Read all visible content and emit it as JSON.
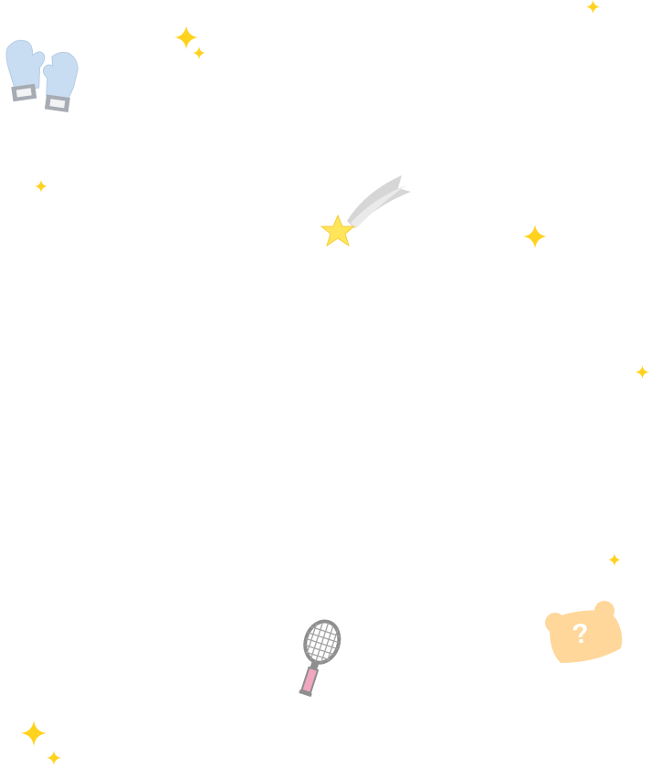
{
  "page": {
    "background": "#ffffff",
    "accent_colors": {
      "sparkle": "#FFD21F",
      "star": "#FFE55A",
      "gloves": "#C9DDF2",
      "gloves_cuff": "#A7ABB3",
      "racket_frame": "#8E8E8E",
      "racket_grip": "#F2A7C0",
      "bear_badge": "#FFD79A"
    }
  },
  "stickers": [
    {
      "name": "boxing-gloves-icon",
      "icon": "boxing-gloves"
    },
    {
      "name": "shooting-star-icon",
      "icon": "shooting-star"
    },
    {
      "name": "tennis-racket-icon",
      "icon": "tennis-racket"
    },
    {
      "name": "bear-question-badge-icon",
      "icon": "bear-question",
      "label": "?"
    }
  ],
  "sparkles": [
    {
      "name": "sparkle-icon",
      "icon": "sparkle"
    }
  ]
}
